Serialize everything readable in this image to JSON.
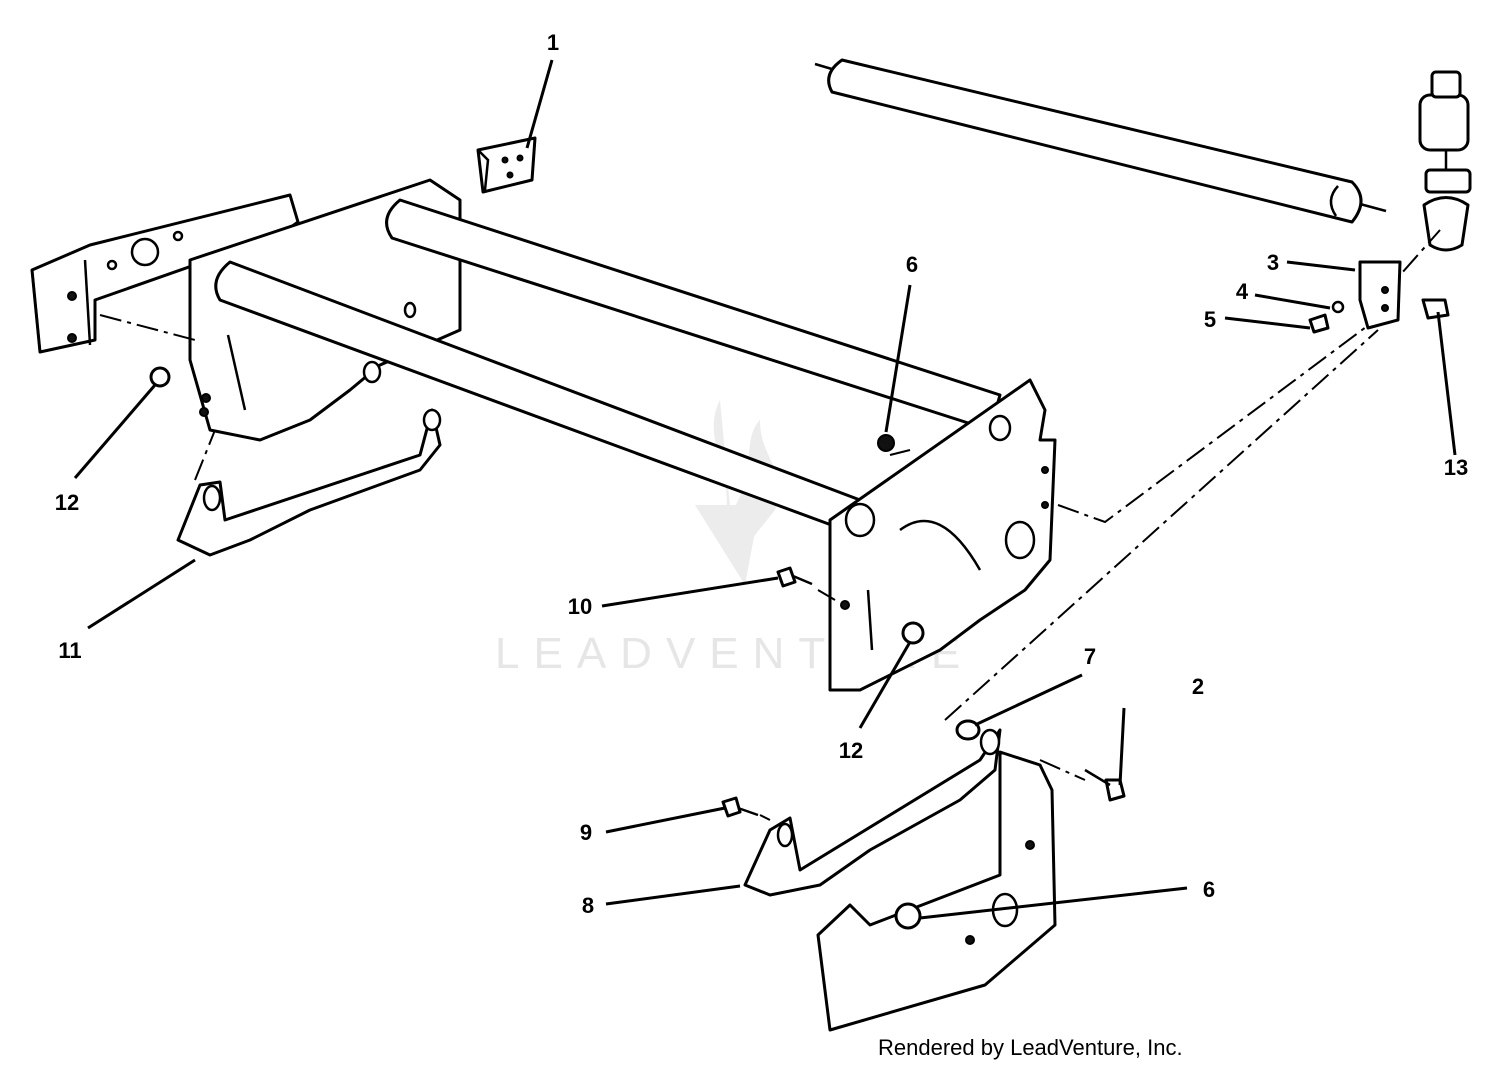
{
  "diagram": {
    "callouts": [
      {
        "id": "c1",
        "label": "1"
      },
      {
        "id": "c2",
        "label": "2"
      },
      {
        "id": "c3",
        "label": "3"
      },
      {
        "id": "c4",
        "label": "4"
      },
      {
        "id": "c5",
        "label": "5"
      },
      {
        "id": "c6a",
        "label": "6"
      },
      {
        "id": "c6b",
        "label": "6"
      },
      {
        "id": "c7",
        "label": "7"
      },
      {
        "id": "c8",
        "label": "8"
      },
      {
        "id": "c9",
        "label": "9"
      },
      {
        "id": "c10",
        "label": "10"
      },
      {
        "id": "c11",
        "label": "11"
      },
      {
        "id": "c12a",
        "label": "12"
      },
      {
        "id": "c12b",
        "label": "12"
      },
      {
        "id": "c13",
        "label": "13"
      }
    ],
    "watermark": "LEADVENTURE",
    "credit": "Rendered by LeadVenture, Inc."
  }
}
